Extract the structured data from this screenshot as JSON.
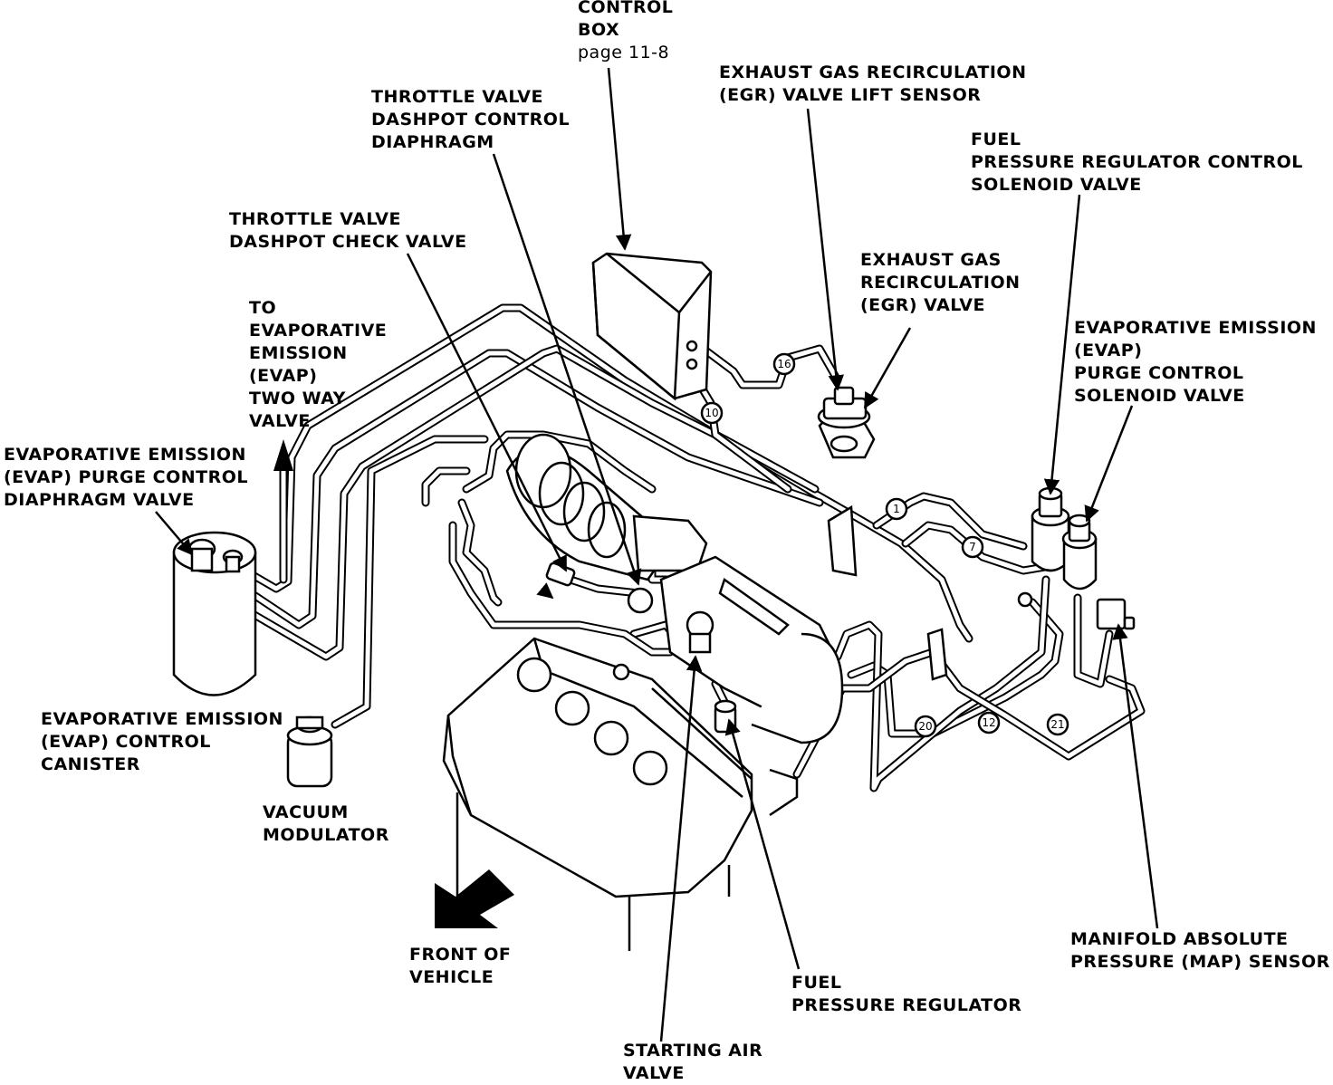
{
  "colors": {
    "ink": "#000000",
    "paper": "#ffffff"
  },
  "labels": {
    "control_box": [
      "CONTROL",
      "BOX",
      "page 11-8"
    ],
    "egr_lift_sensor": [
      "EXHAUST GAS RECIRCULATION",
      "(EGR) VALVE LIFT SENSOR"
    ],
    "throttle_diaphragm": [
      "THROTTLE VALVE",
      "DASHPOT CONTROL",
      "DIAPHRAGM"
    ],
    "fuel_pr_solenoid": [
      "FUEL",
      "PRESSURE REGULATOR CONTROL",
      "SOLENOID VALVE"
    ],
    "throttle_check": [
      "THROTTLE VALVE",
      "DASHPOT CHECK VALVE"
    ],
    "egr_valve": [
      "EXHAUST GAS",
      "RECIRCULATION",
      "(EGR) VALVE"
    ],
    "to_evap_two_way": [
      "TO",
      "EVAPORATIVE",
      "EMISSION",
      "(EVAP)",
      "TWO WAY",
      "VALVE"
    ],
    "evap_purge_solenoid": [
      "EVAPORATIVE EMISSION",
      "(EVAP)",
      "PURGE CONTROL",
      "SOLENOID VALVE"
    ],
    "evap_purge_diaphragm": [
      "EVAPORATIVE EMISSION",
      "(EVAP) PURGE CONTROL",
      "DIAPHRAGM VALVE"
    ],
    "evap_canister": [
      "EVAPORATIVE EMISSION",
      "(EVAP) CONTROL",
      "CANISTER"
    ],
    "vacuum_modulator": [
      "VACUUM",
      "MODULATOR"
    ],
    "front_of_vehicle": [
      "FRONT OF",
      "VEHICLE"
    ],
    "fuel_pressure_regulator": [
      "FUEL",
      "PRESSURE REGULATOR"
    ],
    "starting_air_valve": [
      "STARTING AIR",
      "VALVE"
    ],
    "map_sensor": [
      "MANIFOLD ABSOLUTE",
      "PRESSURE (MAP) SENSOR"
    ]
  },
  "hose_numbers": [
    "16",
    "10",
    "1",
    "7",
    "20",
    "12",
    "21"
  ]
}
